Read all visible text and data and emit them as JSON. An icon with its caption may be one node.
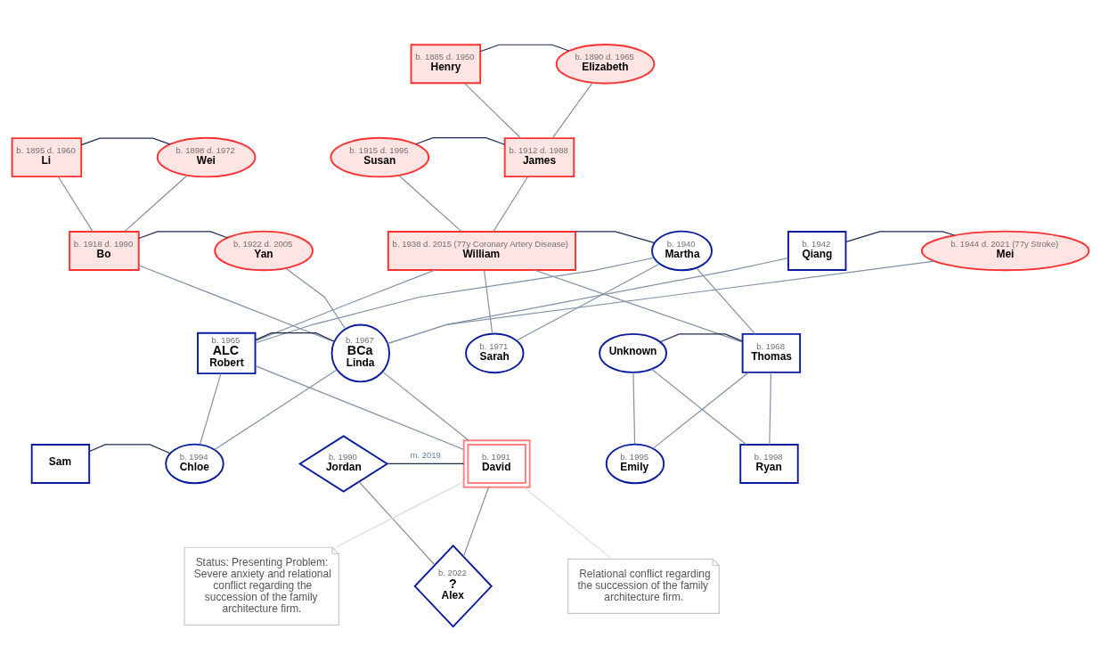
{
  "diagram": {
    "nodes": [
      {
        "text": [
          "b. 1885 d. 1950",
          "Henry"
        ]
      },
      {
        "text": [
          "b. 1890 d. 1965",
          "Elizabeth"
        ]
      },
      {
        "text": [
          "b. 1895 d. 1960",
          "Li"
        ]
      },
      {
        "text": [
          "b. 1898 d. 1972",
          "Wei"
        ]
      },
      {
        "text": [
          "b. 1915 d. 1995",
          "Susan"
        ]
      },
      {
        "text": [
          "b. 1912 d. 1988",
          "James"
        ]
      },
      {
        "text": [
          "b. 1918 d. 1990",
          "Bo"
        ]
      },
      {
        "text": [
          "b. 1922 d. 2005",
          "Yan"
        ]
      },
      {
        "text": [
          "b. 1938 d. 2015 (77y Coronary Artery Disease)",
          "William"
        ]
      },
      {
        "text": [
          "b. 1940",
          "Martha"
        ]
      },
      {
        "text": [
          "b. 1942",
          "Qiang"
        ]
      },
      {
        "text": [
          "b. 1944 d. 2021 (77y Stroke)",
          "Mei"
        ]
      },
      {
        "text": [
          "b. 1965",
          "ALC",
          "Robert"
        ]
      },
      {
        "text": [
          "b. 1967",
          "BCa",
          "Linda"
        ]
      },
      {
        "text": [
          "b. 1971",
          "Sarah"
        ]
      },
      {
        "text": [
          "Unknown"
        ]
      },
      {
        "text": [
          "b. 1968",
          "Thomas"
        ]
      },
      {
        "text": [
          "Sam"
        ]
      },
      {
        "text": [
          "b. 1994",
          "Chloe"
        ]
      },
      {
        "text": [
          "b. 1990",
          "Jordan"
        ]
      },
      {
        "text": [
          "b. 1991",
          "David"
        ]
      },
      {
        "text": [
          "b. 1995",
          "Emily"
        ]
      },
      {
        "text": [
          "b. 1998",
          "Ryan"
        ]
      },
      {
        "text": [
          "Status: Presenting Problem: Severe anxiety and relational conflict regarding the succession of the family architecture firm."
        ]
      },
      {
        "text": [
          "b. 2022",
          "?",
          "Alex"
        ]
      },
      {
        "text": [
          "Relational conflict regarding the succession of the family architecture firm."
        ]
      }
    ],
    "edges": [
      {
        "from": 0,
        "to": 1,
        "arrow": "none",
        "color": "#1b2a4e"
      },
      {
        "from": 0,
        "to": 5,
        "arrow": "none"
      },
      {
        "from": 1,
        "to": 5,
        "arrow": "none"
      },
      {
        "from": 2,
        "to": 3,
        "arrow": "none",
        "color": "#1b2a4e"
      },
      {
        "from": 2,
        "to": 6,
        "arrow": "none"
      },
      {
        "from": 3,
        "to": 6,
        "arrow": "none"
      },
      {
        "from": 4,
        "to": 5,
        "arrow": "none",
        "color": "#1b2a4e"
      },
      {
        "from": 4,
        "to": 8,
        "arrow": "none"
      },
      {
        "from": 5,
        "to": 8,
        "arrow": "none"
      },
      {
        "from": 6,
        "to": 7,
        "arrow": "none",
        "color": "#1b2a4e"
      },
      {
        "from": 6,
        "to": 13,
        "arrow": "none"
      },
      {
        "from": 7,
        "to": 13,
        "arrow": "none"
      },
      {
        "from": 8,
        "to": 9,
        "arrow": "none",
        "color": "#1b2a4e"
      },
      {
        "from": 8,
        "to": 12,
        "arrow": "none"
      },
      {
        "from": 8,
        "to": 14,
        "arrow": "none"
      },
      {
        "from": 8,
        "to": 16,
        "arrow": "none"
      },
      {
        "from": 9,
        "to": 12,
        "arrow": "none"
      },
      {
        "from": 9,
        "to": 14,
        "arrow": "none"
      },
      {
        "from": 9,
        "to": 16,
        "arrow": "none"
      },
      {
        "from": 10,
        "to": 11,
        "arrow": "none",
        "color": "#1b2a4e"
      },
      {
        "from": 10,
        "to": 13,
        "arrow": "none"
      },
      {
        "from": 11,
        "to": 13,
        "arrow": "none"
      },
      {
        "from": 12,
        "to": 13,
        "arrow": "none",
        "color": "#1b2a4e"
      },
      {
        "from": 12,
        "to": 18,
        "arrow": "none"
      },
      {
        "from": 12,
        "to": 20,
        "arrow": "none"
      },
      {
        "from": 13,
        "to": 18,
        "arrow": "none"
      },
      {
        "from": 13,
        "to": 20,
        "arrow": "none"
      },
      {
        "from": 15,
        "to": 16,
        "arrow": "none",
        "color": "#1b2a4e"
      },
      {
        "from": 15,
        "to": 21,
        "arrow": "none"
      },
      {
        "from": 15,
        "to": 22,
        "arrow": "none"
      },
      {
        "from": 16,
        "to": 21,
        "arrow": "none"
      },
      {
        "from": 16,
        "to": 22,
        "arrow": "none"
      },
      {
        "from": 17,
        "to": 18,
        "arrow": "none",
        "color": "#1b2a4e"
      },
      {
        "from": 19,
        "to": 20,
        "label": "m. 2019",
        "arrow": "none",
        "color": "#1b2a4e"
      },
      {
        "from": 19,
        "to": 24,
        "arrow": "none"
      },
      {
        "from": 20,
        "to": 24,
        "arrow": "none"
      },
      {
        "from": 23,
        "to": 20,
        "arrow": "none",
        "color": "#dddddd"
      },
      {
        "from": 25,
        "to": 20,
        "arrow": "none",
        "color": "#dddddd"
      }
    ]
  }
}
